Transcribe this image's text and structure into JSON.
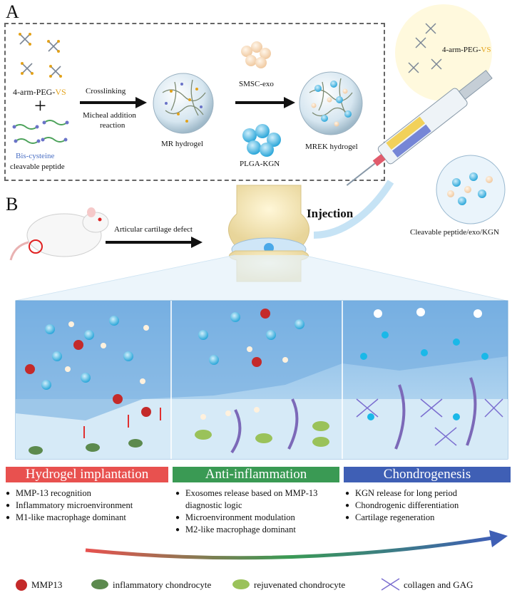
{
  "panel_a": {
    "letter": "A",
    "peg_label_prefix": "4-arm-PEG-",
    "peg_label_suffix": "VS",
    "plus": "+",
    "bis_label": "Bis-cysteine",
    "cleavable_label": "cleavable peptide",
    "crosslinking": "Crosslinking",
    "reaction_line1": "Micheal addition",
    "reaction_line2": "reaction",
    "mr_hydrogel": "MR hydrogel",
    "smsc_exo": "SMSC-exo",
    "plga_kgn": "PLGA-KGN",
    "mrek_hydrogel": "MREK hydrogel"
  },
  "syringe": {
    "peg_prefix": "4-arm-PEG-",
    "peg_suffix": "VS",
    "cleavable": "Cleavable peptide/exo/KGN",
    "injection": "Injection"
  },
  "panel_b": {
    "letter": "B",
    "defect": "Articular cartilage defect"
  },
  "stages": [
    {
      "title": "Hydrogel implantation",
      "color": "#e8514f",
      "bullets": [
        "MMP-13 recognition",
        "Inflammatory microenvironment",
        "M1-like macrophage dominant"
      ]
    },
    {
      "title": "Anti-inflammation",
      "color": "#3a9a54",
      "bullets": [
        "Exosomes release based on MMP-13 diagnostic logic",
        "Microenvironment modulation",
        "M2-like macrophage dominant"
      ]
    },
    {
      "title": "Chondrogenesis",
      "color": "#3f5fb5",
      "bullets": [
        "KGN release for long period",
        "Chondrogenic differentiation",
        "Cartilage regeneration"
      ]
    }
  ],
  "legend": {
    "mmp13": "MMP13",
    "inflammatory": "inflammatory chondrocyte",
    "rejuvenated": "rejuvenated chondrocyte",
    "collagen": "collagen and GAG"
  },
  "colors": {
    "vs": "#e3a21a",
    "bis": "#4a6fc4",
    "tissue": "#8ec3ea"
  }
}
